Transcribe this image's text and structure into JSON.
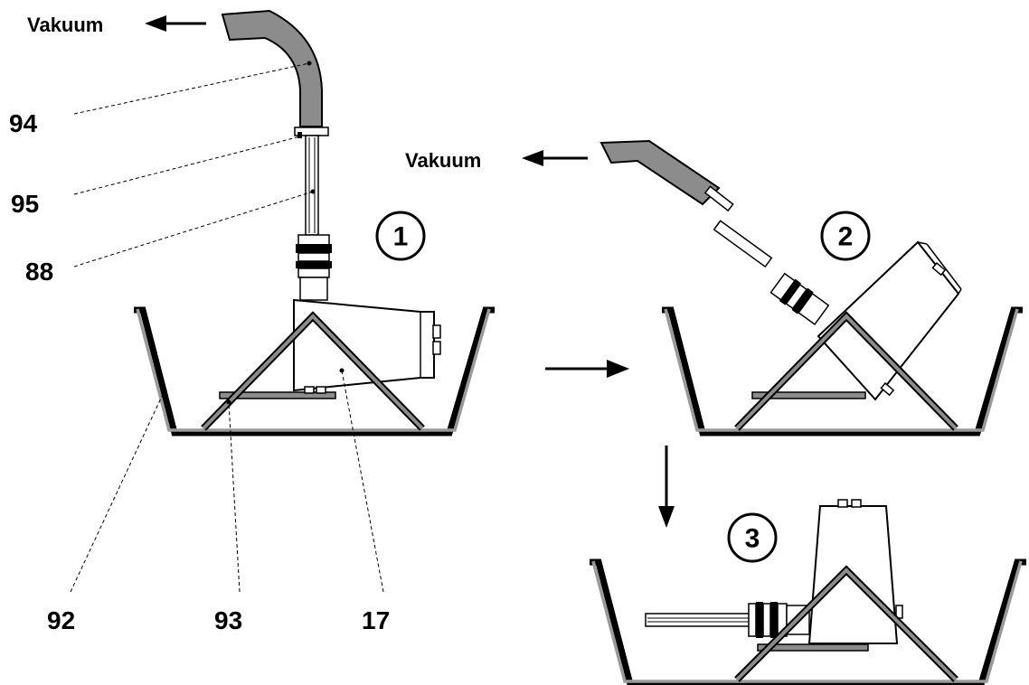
{
  "labels": {
    "vakuum": "Vakuum",
    "n94": "94",
    "n95": "95",
    "n88": "88",
    "n92": "92",
    "n93": "93",
    "n17": "17"
  },
  "steps": [
    "1",
    "2",
    "3"
  ],
  "colors": {
    "line": "#000000",
    "hose_fill": "#8c8c8c",
    "tub_inner": "#9a9a9a",
    "background": "#ffffff"
  }
}
